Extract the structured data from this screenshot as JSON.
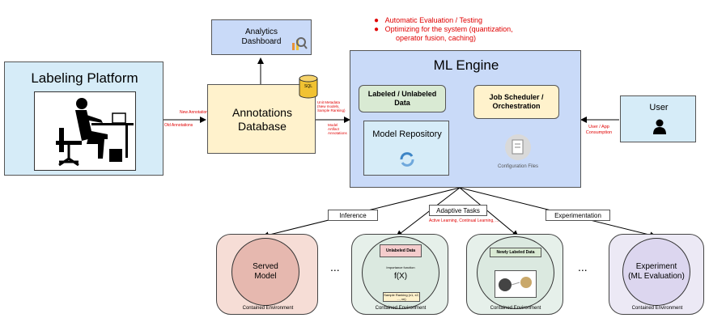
{
  "notes": [
    "Automatic Evaluation / Testing",
    "Optimizing for the system (quantization,",
    "operator fusion, caching)"
  ],
  "analytics": {
    "title": "Analytics Dashboard"
  },
  "labeling": {
    "title": "Labeling Platform"
  },
  "annotations_db": {
    "title_line1": "Annotations",
    "title_line2": "Database",
    "sql": "SQL"
  },
  "edges": {
    "new_annotations": "New Annotations",
    "old_annotations": "Old Annotations",
    "unit_metadata": "Unit Metadata (New models, Sample Ranking)",
    "model_artifact": "Model Artifact Annotations",
    "user_app": "User / App Consumption",
    "active_learning": "Active Learning, Continual Learning, ..."
  },
  "ml_engine": {
    "title": "ML Engine",
    "labeled_data": "Labeled / Unlabeled Data",
    "job_scheduler": "Job Scheduler / Orchestration",
    "model_repo": "Model Repository",
    "config": "Configuration Files"
  },
  "user": {
    "title": "User"
  },
  "tasks": {
    "inference": "Inference",
    "adaptive": "Adaptive Tasks",
    "experimentation": "Experimentation"
  },
  "envs": {
    "served": "Served Model",
    "unlabeled": "Unlabeled Data",
    "importance": "Importance function",
    "fx": "f(X)",
    "ranking": "Sample Ranking (x1, x2, ..., xn)",
    "newly_labeled": "Newly Labeled Data",
    "experiment": "Experiment (ML Evaluation)",
    "contained": "Contained Environment",
    "ellipsis": "..."
  },
  "colors": {
    "light_blue": "#d6ecf8",
    "engine_blue": "#c9daf8",
    "yellow": "#fff2cc",
    "green": "#d9ead3",
    "pink": "#f4cccc",
    "served_pink": "#e6b8af",
    "purple": "#e3dff0",
    "red_text": "#e00000"
  }
}
